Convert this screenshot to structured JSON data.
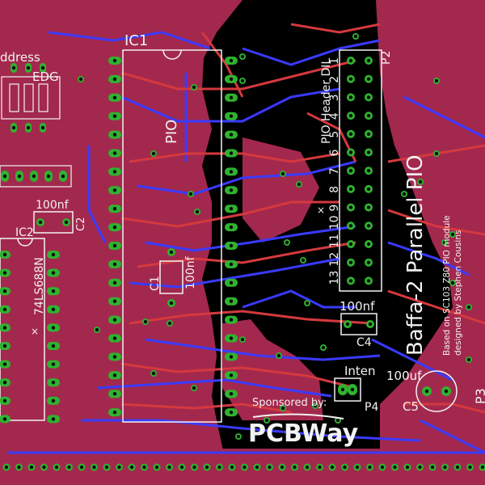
{
  "board": {
    "title": "Baffa-2 Parallel PIO",
    "note_line1": "Based on SC103 Z80 PIO module",
    "note_line2": "designed by Stephen Cousins",
    "sponsor_label": "Sponsored by:",
    "sponsor_logo": "PCBWay"
  },
  "labels": {
    "address": "ddress",
    "edg": "EDG",
    "ic1": "IC1",
    "ic1_function": "PIO",
    "ic2": "IC2",
    "ic2_part": "74LS688N",
    "cap_100nf_top": "100nf",
    "cap_100nf_mid": "100nf",
    "cap_100nf_right": "100nf",
    "c1": "C1",
    "c2": "C2",
    "c4": "C4",
    "c5": "C5",
    "cap_100uf": "100uf",
    "pio_header": "PIO Header DIL",
    "p2": "P2",
    "p3": "P3",
    "p4": "P4",
    "inten": "Inten",
    "header_pin_numbers": [
      "1",
      "2",
      "3",
      "4",
      "5",
      "6",
      "7",
      "8",
      "9",
      "10",
      "11",
      "12",
      "13"
    ]
  },
  "colors": {
    "background": "#000000",
    "copper_top": "#a3284e",
    "copper_bottom": "#1f1fc0",
    "trace_red": "#d4393e",
    "trace_blue": "#3a3aff",
    "pad": "#2fb32f",
    "silkscreen": "#f2f2f2"
  }
}
